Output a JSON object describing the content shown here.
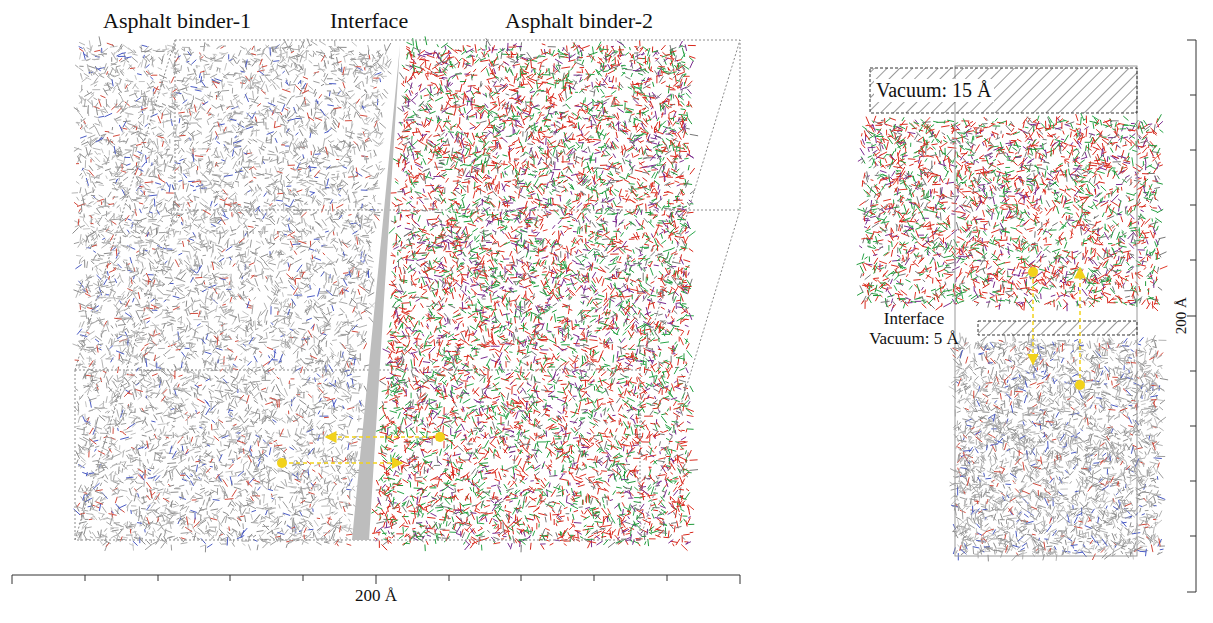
{
  "diagram": {
    "labels": [
      "Asphalt binder-1",
      "Interface",
      "Asphalt binder-2",
      "200 Å",
      "Vacuum: 15 Å",
      "Interface Vacuum: 5 Å",
      "200 Å"
    ]
  }
}
